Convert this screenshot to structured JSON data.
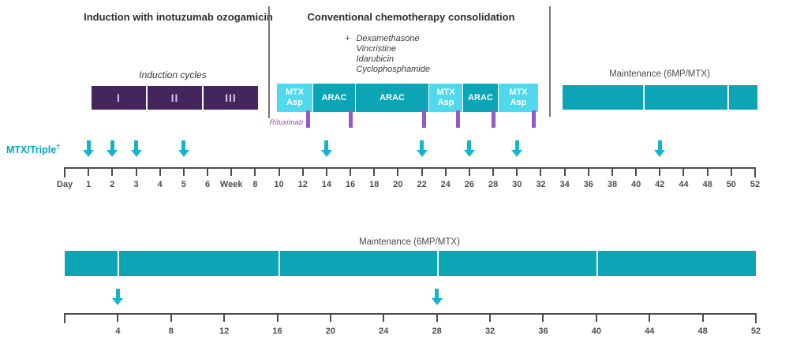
{
  "colors": {
    "teal_bar": "#0ca5b5",
    "cyan_box": "#4ed9ec",
    "induction_purple": "#44265c",
    "induction_text": "#d6c4e8",
    "rituximab_tick": "#945cc0",
    "rituximab_text": "#ab3fc6",
    "arrow_teal": "#16b4cb",
    "mtx_triple_teal": "#00a6c2",
    "axis_gray": "#4c4c4c",
    "axis_label_gray": "#4f4f4f",
    "header_text": "#2d2d2d",
    "divider_gray": "#767676"
  },
  "header_left": "Induction with inotuzumab ozogamicin",
  "header_right": "Conventional chemotherapy consolidation",
  "induction": {
    "title": "Induction cycles",
    "cycles": [
      "I",
      "II",
      "III"
    ]
  },
  "consolidation": {
    "plus": "+",
    "drugs": [
      "Dexamethasone",
      "Vincristine",
      "Idarubicin",
      "Cyclophosphamide"
    ],
    "boxes": [
      {
        "lines": [
          "MTX",
          "Asp"
        ],
        "variant": "cyan"
      },
      {
        "lines": [
          "ARAC"
        ],
        "variant": "teal"
      },
      {
        "lines": [
          "ARAC"
        ],
        "variant": "teal"
      },
      {
        "lines": [
          "MTX",
          "Asp"
        ],
        "variant": "cyan"
      },
      {
        "lines": [
          "ARAC"
        ],
        "variant": "teal"
      },
      {
        "lines": [
          "MTX",
          "Asp"
        ],
        "variant": "cyan"
      }
    ],
    "rituximab": "Rituximab"
  },
  "maintenance_top_label": "Maintenance (6MP/MTX)",
  "maintenance_bottom_label": "Maintenance (6MP/MTX)",
  "arrow_row_label": "MTX/Triple",
  "arrow_row_sup": "†",
  "top_axis": {
    "labels": [
      "Day",
      "1",
      "2",
      "3",
      "4",
      "5",
      "6",
      "Week",
      "8",
      "10",
      "12",
      "14",
      "16",
      "18",
      "20",
      "22",
      "24",
      "26",
      "28",
      "30",
      "32",
      "34",
      "36",
      "38",
      "40",
      "42",
      "44",
      "48",
      "50",
      "52"
    ],
    "arrows_at": [
      "1",
      "2",
      "3",
      "5",
      "14",
      "22",
      "26",
      "30",
      "42"
    ]
  },
  "bottom_axis": {
    "labels": [
      "4",
      "8",
      "12",
      "16",
      "20",
      "24",
      "28",
      "32",
      "36",
      "40",
      "44",
      "48",
      "52"
    ],
    "arrows_at": [
      "4",
      "28"
    ]
  }
}
